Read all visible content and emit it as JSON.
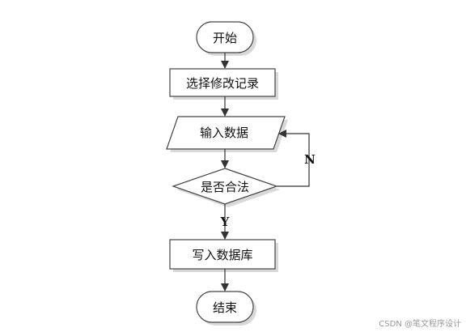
{
  "flowchart": {
    "nodes": {
      "start": "开始",
      "select": "选择修改记录",
      "input": "输入数据",
      "decision": "是否合法",
      "write": "写入数据库",
      "end": "结束"
    },
    "labels": {
      "no": "N",
      "yes": "Y"
    }
  },
  "watermark": "CSDN @笔文程序设计"
}
